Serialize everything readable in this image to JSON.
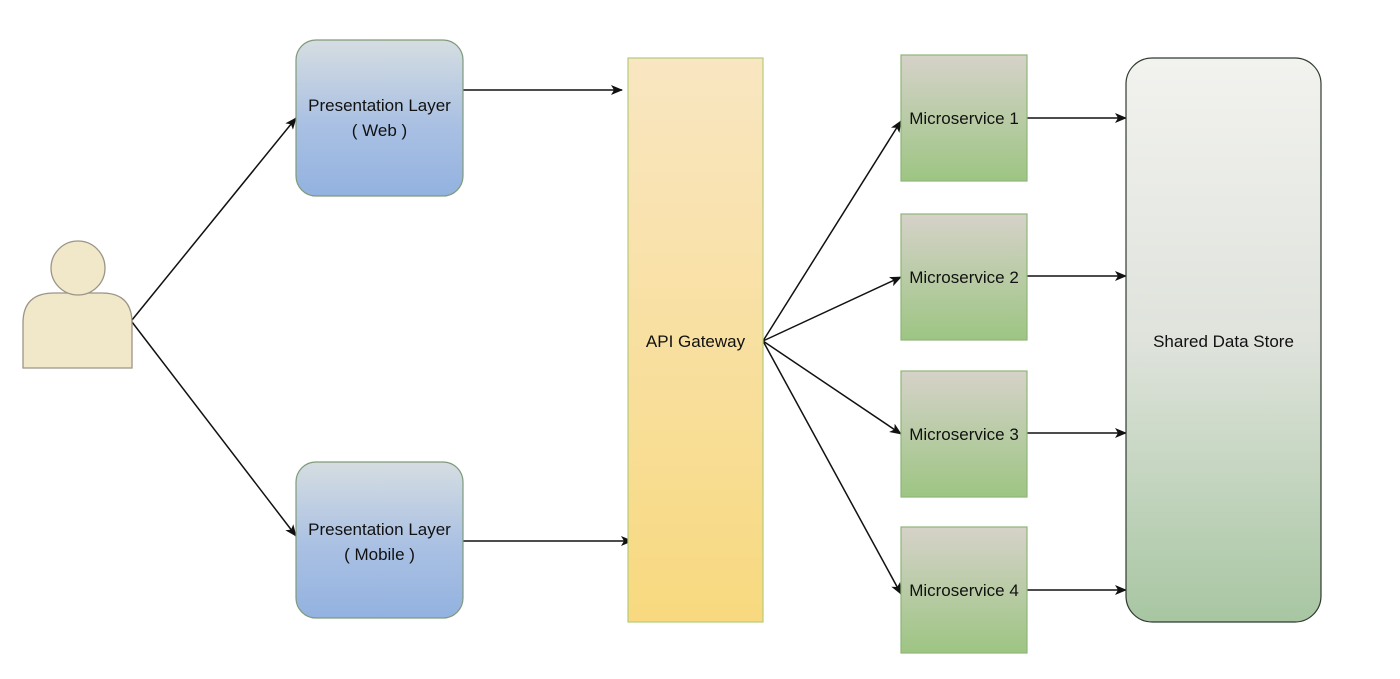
{
  "diagram": {
    "user": {
      "icon": "user-icon"
    },
    "presentation_web": {
      "line1": "Presentation Layer",
      "line2": "( Web )"
    },
    "presentation_mobile": {
      "line1": "Presentation Layer",
      "line2": "( Mobile )"
    },
    "gateway": {
      "label": "API Gateway"
    },
    "services": [
      {
        "label": "Microservice 1"
      },
      {
        "label": "Microservice 2"
      },
      {
        "label": "Microservice 3"
      },
      {
        "label": "Microservice 4"
      }
    ],
    "datastore": {
      "label": "Shared Data Store"
    },
    "colors": {
      "presentation_top": "#d5dde1",
      "presentation_bottom": "#93b2e0",
      "gateway_top": "#f9e6c2",
      "gateway_bottom": "#f8d97f",
      "service_top": "#d6d2c9",
      "service_bottom": "#9dc583",
      "store_top": "#f2f2ef",
      "store_bottom": "#a8c6a2",
      "user_fill": "#f1e7c9",
      "edge": "#111111"
    }
  }
}
